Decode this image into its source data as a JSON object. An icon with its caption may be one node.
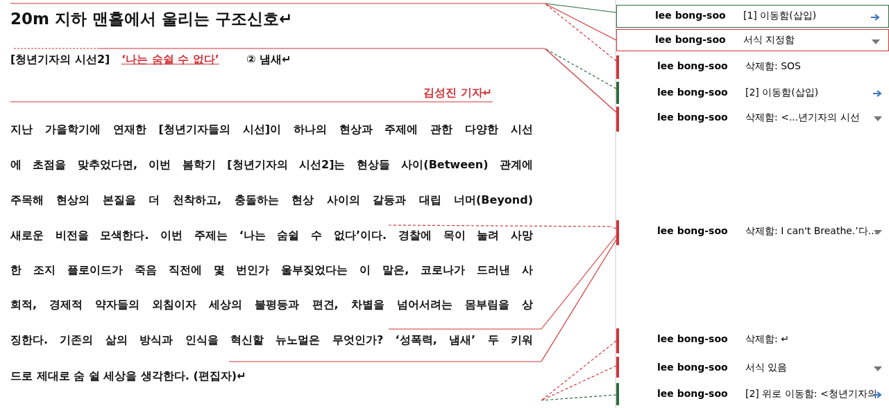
{
  "diagram": {
    "nodes": [
      {
        "text": [
          "lee bong-soo",
          "[1] 이동함(삽입)"
        ]
      },
      {
        "text": [
          "lee bong-soo",
          "서식 지정함"
        ]
      },
      {
        "text": [
          "lee bong-soo",
          "삭제함: SOS"
        ]
      },
      {
        "text": [
          "lee bong-soo",
          "[2] 이동함(삽입)"
        ]
      },
      {
        "text": [
          "lee bong-soo",
          "삭제함: <...년기자의 시선"
        ]
      },
      {
        "text": [
          "lee bong-soo",
          "삭제함: I can't Breathe.’다..."
        ]
      },
      {
        "text": [
          "lee bong-soo",
          "삭제함: ↵"
        ]
      },
      {
        "text": [
          "lee bong-soo",
          "서식 있음"
        ]
      },
      {
        "text": [
          "lee bong-soo",
          "[2] 위로 이동함: <청년기자의"
        ]
      }
    ],
    "edges": [
      {
        "from": 0,
        "to": null,
        "arrow": "none",
        "color": "#2e6b3c"
      },
      {
        "from": 1,
        "to": null,
        "arrow": "none"
      },
      {
        "from": 2,
        "to": null,
        "arrow": "none",
        "style": "dashed"
      },
      {
        "from": 3,
        "to": null,
        "arrow": "none",
        "style": "dashed",
        "color": "#2e6b3c"
      },
      {
        "from": 4,
        "to": null,
        "arrow": "none"
      },
      {
        "from": 5,
        "to": null,
        "arrow": "none",
        "style": "dashed"
      },
      {
        "from": 5,
        "to": null,
        "arrow": "none"
      },
      {
        "from": 5,
        "to": null,
        "arrow": "none"
      },
      {
        "from": 6,
        "to": null,
        "arrow": "none",
        "style": "dashed"
      },
      {
        "from": 7,
        "to": null,
        "arrow": "none",
        "style": "dashed"
      },
      {
        "from": 8,
        "to": null,
        "arrow": "none",
        "style": "dashed",
        "color": "#2e6b3c"
      }
    ],
    "labels": [
      "20m 지하 맨홀에서 울리는 구조신호↵",
      "[청년기자의 시선2]",
      "‘나는 숨쉴 수 없다’",
      "② 냄새↵",
      "김성진 기자↵",
      "지난 가을학기에 연재한 [청년기자들의 시선]이 하나의 현상과 주제에 관한 다양한 시선",
      "에 초점을 맞추었다면, 이번 봄학기 [청년기자의 시선2]는 현상들 사이(Between) 관계에",
      "주목해 현상의 본질을 더 천착하고, 충돌하는 현상 사이의 갈등과 대립 너머(Beyond)",
      "새로운 비전을 모색한다. 이번 주제는 ‘나는 숨쉴 수 없다’이다. 경찰에 목이 눌려 사망",
      "한 조지 플로이드가 죽음 직전에 몇 번인가 울부짖었다는 이 말은, 코로나가 드러낸 사",
      "회적, 경제적 약자들의 외침이자 세상의 불평등과 편견, 차별을 넘어서려는 몸부림을 상",
      "징한다. 기존의 삶의 방식과 인식을 혁신할 뉴노멀은 무엇인가? ‘성폭력, 냄새’ 두 키워",
      "드로 제대로 숨 쉴 세상을 생각한다. (편집자)↵"
    ]
  }
}
